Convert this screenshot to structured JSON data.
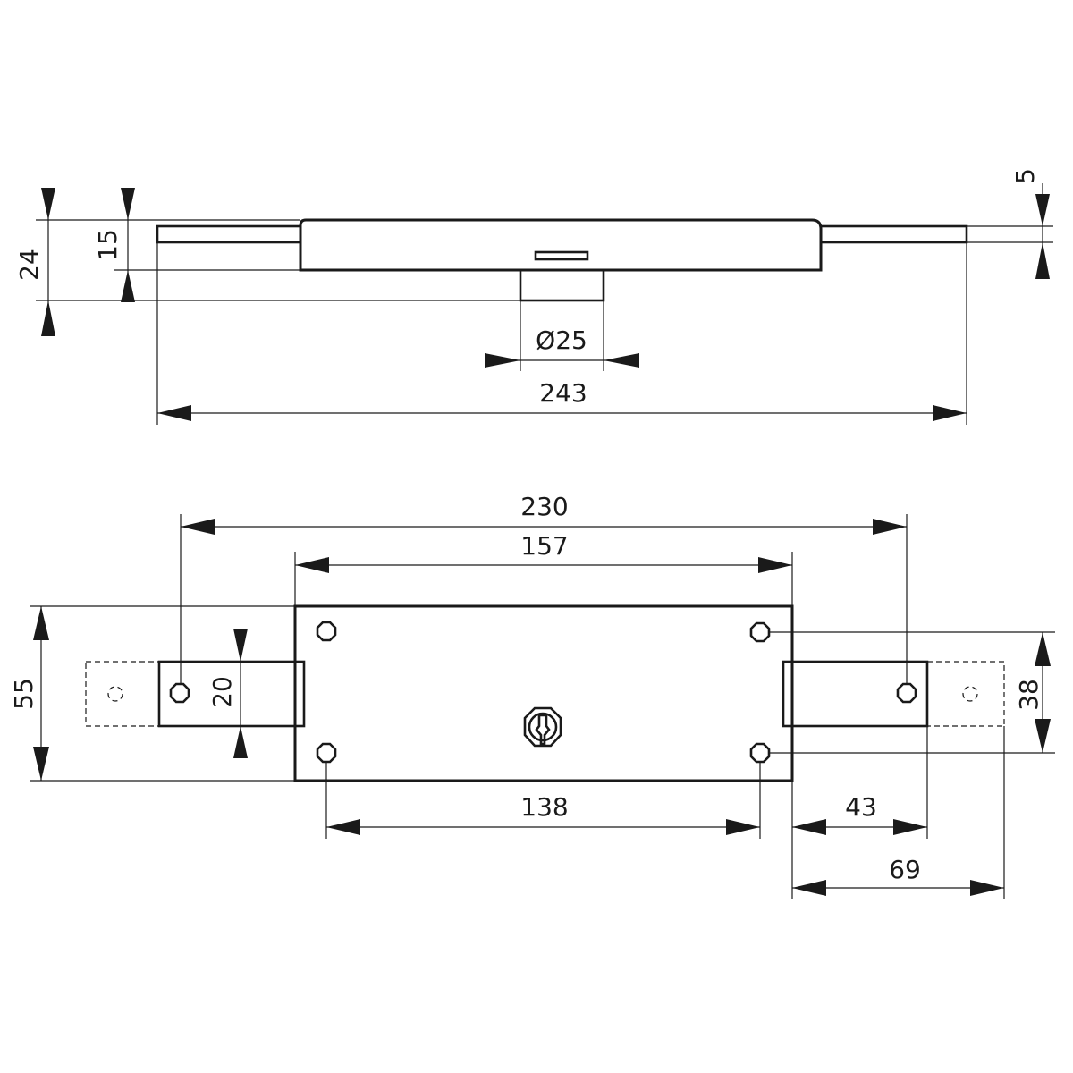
{
  "top_view": {
    "height_total": "24",
    "height_body": "15",
    "bolt_thickness": "5",
    "cylinder_diameter": "Ø25",
    "total_length": "243"
  },
  "front_view": {
    "bolt_extended_span": "230",
    "case_width": "157",
    "case_height": "55",
    "bolt_height": "20",
    "screw_hole_spacing": "138",
    "bolt_projection": "43",
    "keeper_projection": "69",
    "screw_vertical_spacing": "38"
  }
}
